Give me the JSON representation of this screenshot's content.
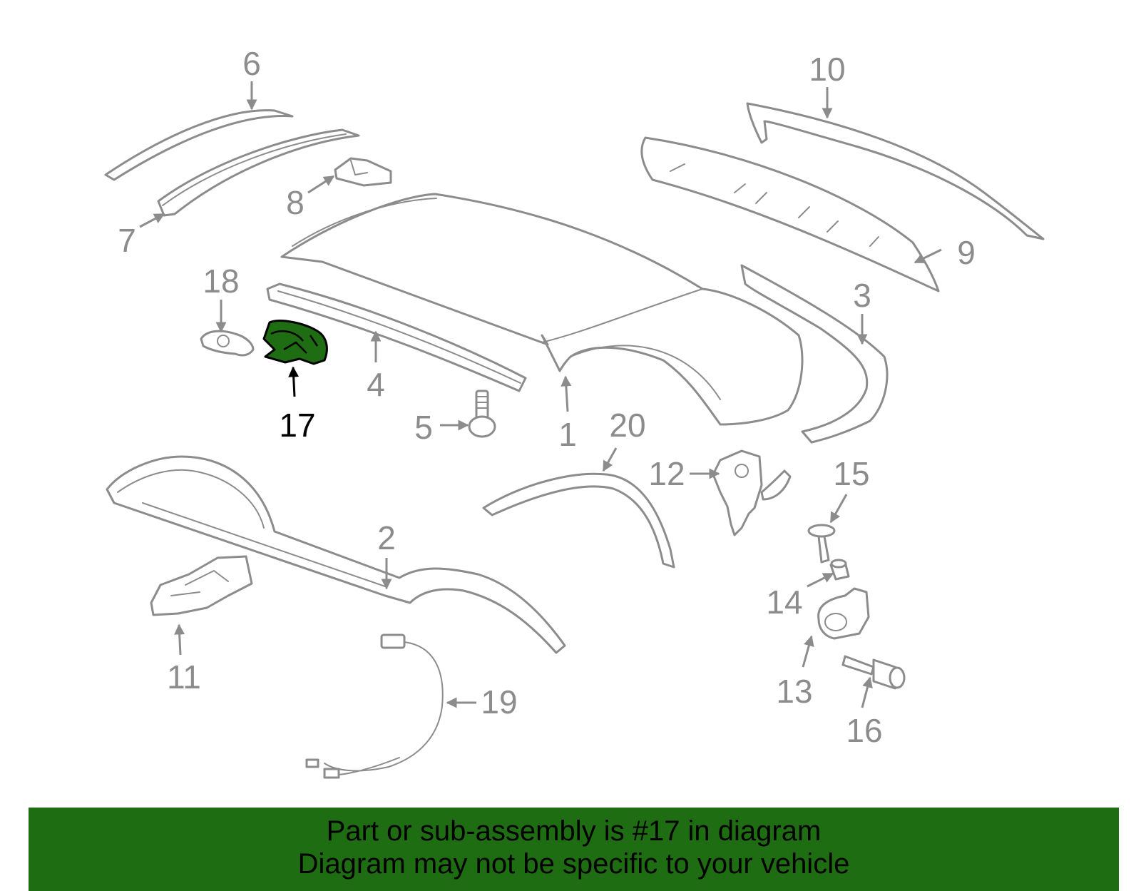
{
  "callouts": {
    "c1": "1",
    "c2": "2",
    "c3": "3",
    "c4": "4",
    "c5": "5",
    "c6": "6",
    "c7": "7",
    "c8": "8",
    "c9": "9",
    "c10": "10",
    "c11": "11",
    "c12": "12",
    "c13": "13",
    "c14": "14",
    "c15": "15",
    "c16": "16",
    "c17": "17",
    "c18": "18",
    "c19": "19",
    "c20": "20"
  },
  "highlight": {
    "part_number": "17",
    "color": "#1f6d12"
  },
  "banner": {
    "line1": "Part or sub-assembly is #17 in diagram",
    "line2": "Diagram may not be specific to your vehicle",
    "background": "#1f6d12"
  }
}
